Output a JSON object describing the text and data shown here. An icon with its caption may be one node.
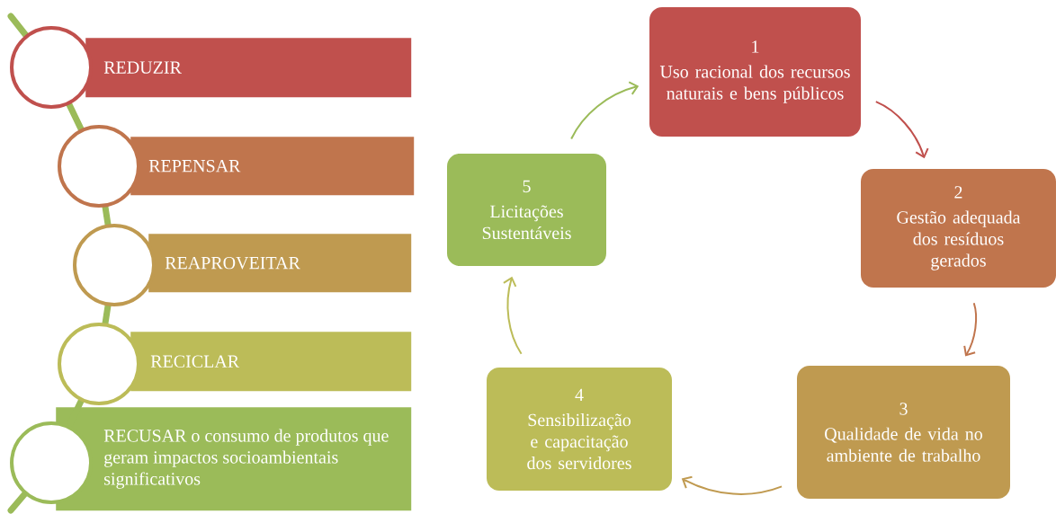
{
  "diagram": {
    "nodes": [
      {
        "text": [
          "REDUZIR"
        ]
      },
      {
        "text": [
          "REPENSAR"
        ]
      },
      {
        "text": [
          "REAPROVEITAR"
        ]
      },
      {
        "text": [
          "RECICLAR"
        ]
      },
      {
        "text": [
          "RECUSAR o consumo de produtos que geram impactos socioambientais significativos"
        ]
      },
      {
        "text": [
          "1",
          "Uso racional dos recursos naturais e bens públicos"
        ]
      },
      {
        "text": [
          "2",
          "Gestão adequada dos resíduos gerados"
        ]
      },
      {
        "text": [
          "3",
          "Qualidade de vida no ambiente de trabalho"
        ]
      },
      {
        "text": [
          "4",
          "Sensibilização e capacitação dos servidores"
        ]
      },
      {
        "text": [
          "5",
          "Licitações Sustentáveis"
        ]
      }
    ],
    "edges": [
      {
        "from": 5,
        "to": 6,
        "arrow": "to",
        "color": "#c0504d"
      },
      {
        "from": 6,
        "to": 7,
        "arrow": "to",
        "color": "#c0754d"
      },
      {
        "from": 7,
        "to": 8,
        "arrow": "to",
        "color": "#c09a50"
      },
      {
        "from": 8,
        "to": 9,
        "arrow": "to",
        "color": "#bcbc58"
      },
      {
        "from": 9,
        "to": 5,
        "arrow": "to",
        "color": "#9bbb59"
      }
    ]
  }
}
